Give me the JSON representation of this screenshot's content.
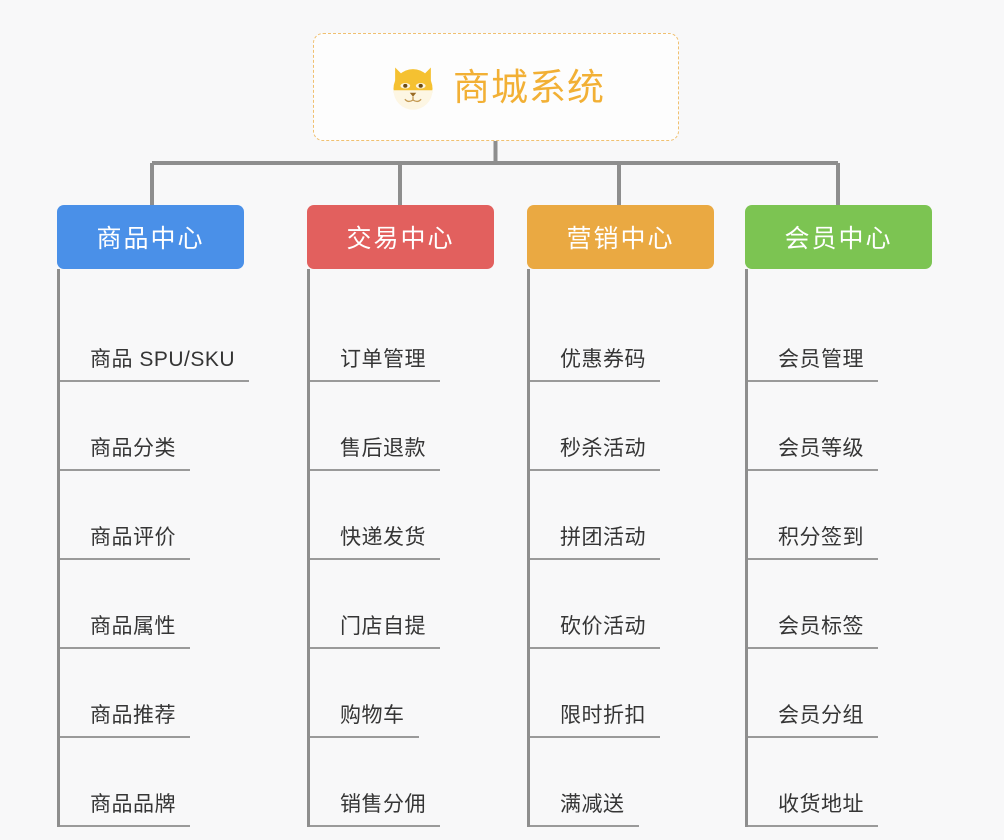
{
  "page": {
    "background_color": "#f8f8f9",
    "type": "mindmap"
  },
  "root": {
    "title": "商城系统",
    "icon": "dog-face-icon",
    "text_color": "#f2b035",
    "border_color": "#f0c070",
    "background_color": "#fdfdfd"
  },
  "branches": [
    {
      "label": "商品中心",
      "color": "#4a90e8",
      "items": [
        {
          "label": "商品 SPU/SKU"
        },
        {
          "label": "商品分类"
        },
        {
          "label": "商品评价"
        },
        {
          "label": "商品属性"
        },
        {
          "label": "商品推荐"
        },
        {
          "label": "商品品牌"
        }
      ]
    },
    {
      "label": "交易中心",
      "color": "#e2605e",
      "items": [
        {
          "label": "订单管理"
        },
        {
          "label": "售后退款"
        },
        {
          "label": "快递发货"
        },
        {
          "label": "门店自提"
        },
        {
          "label": "购物车"
        },
        {
          "label": "销售分佣"
        }
      ]
    },
    {
      "label": "营销中心",
      "color": "#eaa942",
      "items": [
        {
          "label": "优惠券码"
        },
        {
          "label": "秒杀活动"
        },
        {
          "label": "拼团活动"
        },
        {
          "label": "砍价活动"
        },
        {
          "label": "限时折扣"
        },
        {
          "label": "满减送"
        }
      ]
    },
    {
      "label": "会员中心",
      "color": "#7cc452",
      "items": [
        {
          "label": "会员管理"
        },
        {
          "label": "会员等级"
        },
        {
          "label": "积分签到"
        },
        {
          "label": "会员标签"
        },
        {
          "label": "会员分组"
        },
        {
          "label": "收货地址"
        }
      ]
    }
  ],
  "connector": {
    "color": "#8e8e8e",
    "rule_color": "#9a9a9a"
  }
}
